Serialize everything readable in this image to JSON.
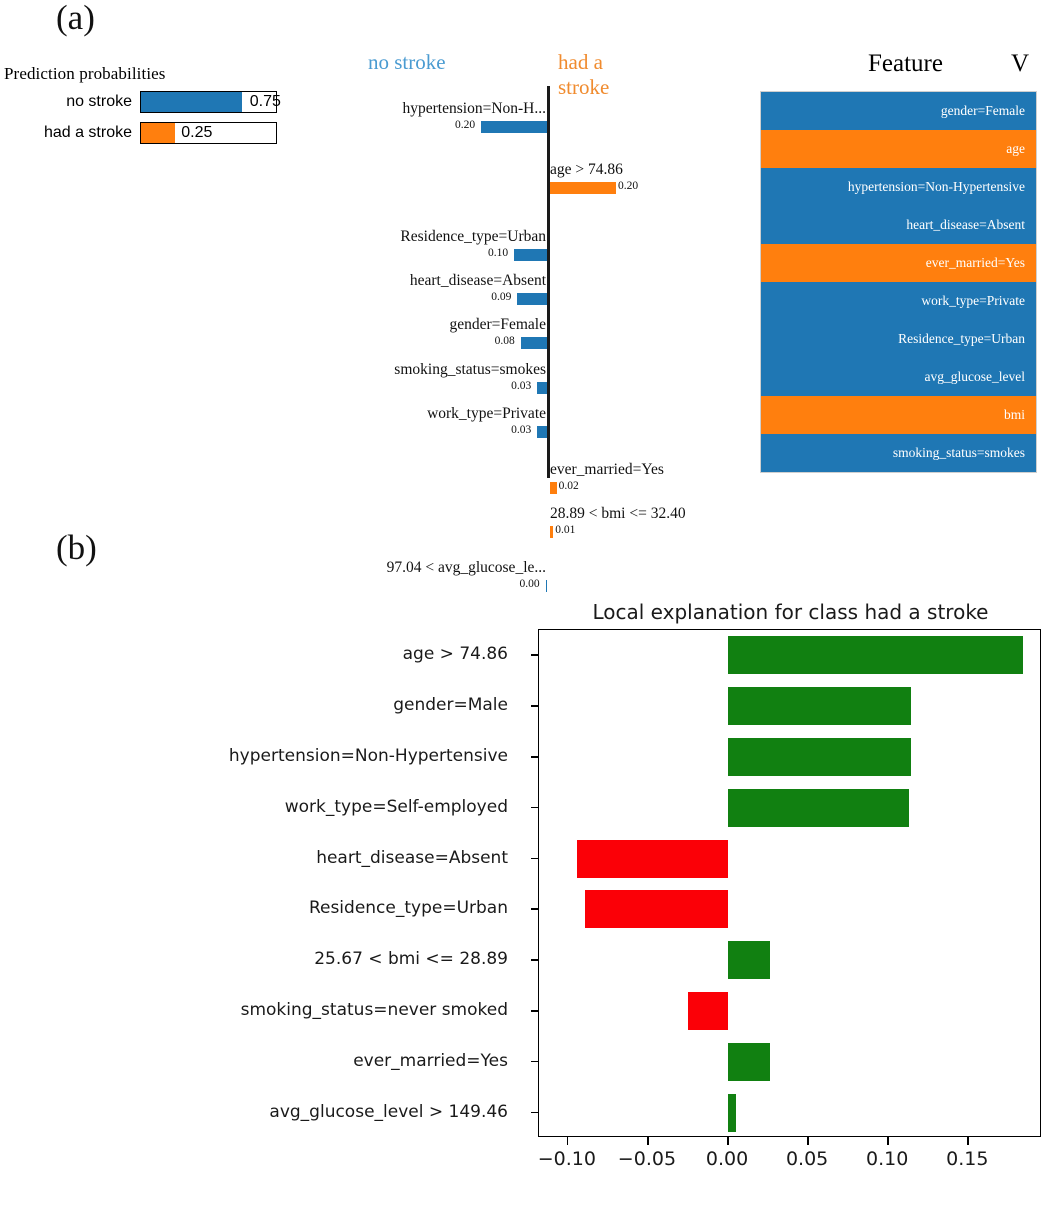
{
  "panels": {
    "a_label": "(a)",
    "b_label": "(b)"
  },
  "prediction_probabilities": {
    "title": "Prediction probabilities",
    "rows": [
      {
        "label": "no stroke",
        "value": "0.75",
        "fraction": 0.75,
        "color": "#1f77b4"
      },
      {
        "label": "had a stroke",
        "value": "0.25",
        "fraction": 0.25,
        "color": "#ff7f0e"
      }
    ]
  },
  "contributions": {
    "left_class": "no stroke",
    "right_class": "had a stroke",
    "left_color": "#4a9bd1",
    "right_color": "#f08b2e",
    "bar_blue": "#1f77b4",
    "bar_orange": "#ff7f0e",
    "items": [
      {
        "label": "hypertension=Non-H...",
        "value": "0.20",
        "side": "left",
        "weight": 0.2
      },
      {
        "label": "age > 74.86",
        "value": "0.20",
        "side": "right",
        "weight": 0.2
      },
      {
        "label": "Residence_type=Urban",
        "value": "0.10",
        "side": "left",
        "weight": 0.1
      },
      {
        "label": "heart_disease=Absent",
        "value": "0.09",
        "side": "left",
        "weight": 0.09
      },
      {
        "label": "gender=Female",
        "value": "0.08",
        "side": "left",
        "weight": 0.08
      },
      {
        "label": "smoking_status=smokes",
        "value": "0.03",
        "side": "left",
        "weight": 0.03
      },
      {
        "label": "work_type=Private",
        "value": "0.03",
        "side": "left",
        "weight": 0.03
      },
      {
        "label": "ever_married=Yes",
        "value": "0.02",
        "side": "right",
        "weight": 0.02
      },
      {
        "label": "28.89 < bmi <= 32.40",
        "value": "0.01",
        "side": "right",
        "weight": 0.01
      },
      {
        "label": "97.04 < avg_glucose_le...",
        "value": "0.00",
        "side": "left",
        "weight": 0.004
      }
    ]
  },
  "feature_value_table": {
    "header_feature": "Feature",
    "header_value": "V",
    "rows": [
      {
        "feature": "gender=Female",
        "color": "#1f77b4"
      },
      {
        "feature": "age",
        "color": "#ff7f0e"
      },
      {
        "feature": "hypertension=Non-Hypertensive",
        "color": "#1f77b4"
      },
      {
        "feature": "heart_disease=Absent",
        "color": "#1f77b4"
      },
      {
        "feature": "ever_married=Yes",
        "color": "#ff7f0e"
      },
      {
        "feature": "work_type=Private",
        "color": "#1f77b4"
      },
      {
        "feature": "Residence_type=Urban",
        "color": "#1f77b4"
      },
      {
        "feature": "avg_glucose_level",
        "color": "#1f77b4"
      },
      {
        "feature": "bmi",
        "color": "#ff7f0e"
      },
      {
        "feature": "smoking_status=smokes",
        "color": "#1f77b4"
      }
    ]
  },
  "chart_data": {
    "type": "bar",
    "orientation": "horizontal",
    "title": "Local explanation for class had a stroke",
    "xlabel": "",
    "ylabel": "",
    "xlim": [
      -0.118,
      0.196
    ],
    "xticks": [
      -0.1,
      -0.05,
      0.0,
      0.05,
      0.1,
      0.15
    ],
    "xticklabels": [
      "−0.10",
      "−0.05",
      "0.00",
      "0.05",
      "0.10",
      "0.15"
    ],
    "grid": false,
    "legend": null,
    "pos_color": "#118011",
    "neg_color": "#fb0007",
    "categories": [
      "age > 74.86",
      "gender=Male",
      "hypertension=Non-Hypertensive",
      "work_type=Self-employed",
      "heart_disease=Absent",
      "Residence_type=Urban",
      "25.67 < bmi <= 28.89",
      "smoking_status=never smoked",
      "ever_married=Yes",
      "avg_glucose_level > 149.46"
    ],
    "values": [
      0.184,
      0.114,
      0.114,
      0.113,
      -0.094,
      -0.089,
      0.026,
      -0.025,
      0.026,
      0.005
    ]
  }
}
